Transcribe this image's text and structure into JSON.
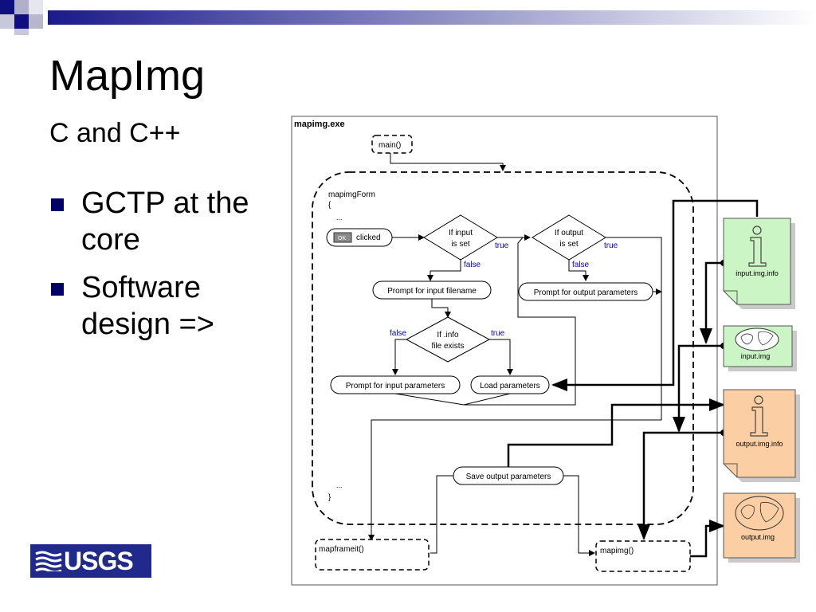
{
  "slide": {
    "title": "MapImg",
    "subtitle": "C and C++",
    "bullets": [
      "GCTP at the core",
      "Software design =>"
    ],
    "logo_text": "USGS"
  },
  "diagram": {
    "frame_title": "mapimg.exe",
    "main": "main()",
    "form_name": "mapimgForm",
    "open_brace": "{",
    "dots_top": "...",
    "dots_bottom": "...",
    "close_brace": "}",
    "ok_label": "OK",
    "clicked": "clicked",
    "if_input": [
      "If input",
      "is set"
    ],
    "if_output": [
      "If output",
      "is set"
    ],
    "true_label": "true",
    "false_label": "false",
    "prompt_input_filename": "Prompt for input filename",
    "prompt_output_params": "Prompt for output parameters",
    "if_info": [
      "If .info",
      "file exists"
    ],
    "prompt_input_params": "Prompt for input parameters",
    "load_params": "Load parameters",
    "save_output_params": "Save output parameters",
    "mapframeit": "mapframeit()",
    "mapimg": "mapimg()",
    "files": [
      "input.img.info",
      "input.img",
      "output.img.info",
      "output.img"
    ],
    "colors": {
      "input_file": "#ccf5c5",
      "output_file": "#fbcfa3",
      "accent": "#000066",
      "true_false": "#0000cc"
    }
  }
}
